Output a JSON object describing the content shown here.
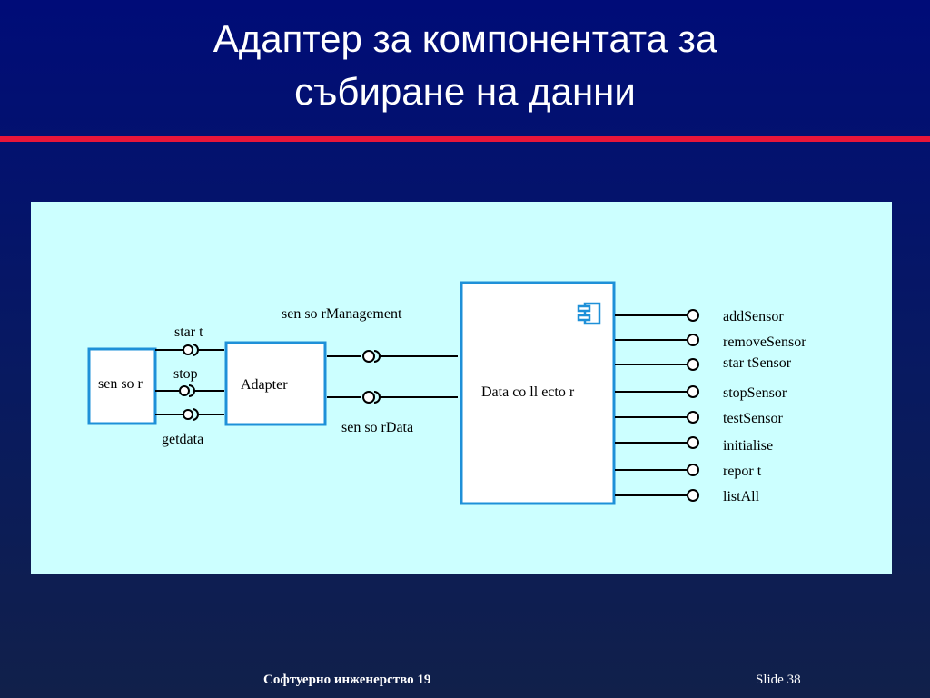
{
  "slide": {
    "title_line1": "Адаптер за компонентата за",
    "title_line2": "събиране на данни"
  },
  "diagram": {
    "sensor_label": "sen so r",
    "adapter_label": "Adapter",
    "collector_label": "Data  co ll ecto r",
    "sensor_interfaces": [
      "star t",
      "stop",
      "getdata"
    ],
    "adapter_interfaces": [
      "sen so rManagement",
      "sen so rData"
    ],
    "collector_interfaces": [
      "addSensor",
      "removeSensor",
      "star tSensor",
      "stopSensor",
      "testSensor",
      "initialise",
      "repor t",
      "listAll"
    ],
    "component_icon": "uml-component-icon"
  },
  "footer": {
    "course": "Софтуерно инженерство 19",
    "slide_label": "Slide",
    "slide_number": "38"
  },
  "colors": {
    "background": "#000c78",
    "accent_rule": "#e8163a",
    "panel": "#ccffff",
    "box_border": "#1e90d8"
  }
}
